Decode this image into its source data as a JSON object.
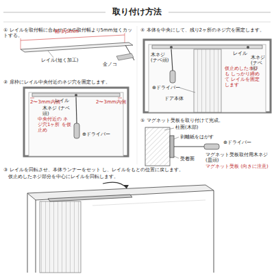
{
  "diagram": {
    "title": "取り付け方法",
    "labels": [
      "① レイルを取付幅に合わせてその取付幅より5mm短くカットする。",
      "幅-約5mm",
      "レイル(短く加工)",
      "金ノコ",
      "② 扉枠にレイル中央付近のネジ穴を固定します。",
      "2〜3mm内側",
      "レイル",
      "2〜3mm内側",
      "木ネジ (ナベ頭)",
      "中央付近の ネジ穴1ヶ所 を仮止め",
      "⊕ドライバー",
      "③ レイルを回転させ、本体ランナーをセット し、レイルをもとの位置に戻します。",
      "仮止めしたネジ部分を中心にレイルを回転します。",
      "④ 本体を中央にして、残り2ヶ所のネジ穴を固定します。",
      "レイル",
      "木ネジ (ナベ頭)",
      "木ネジ (ナベ頭)",
      "⊕ドライバー",
      "ドア本体",
      "仮止めしたネジ も しっかり締めて レイルを固定します",
      "⑤ マグネット受板を取り付けて完成。",
      "柱面(木部)",
      "剥離紙をはがす",
      "受着面",
      "⊕ドライバー",
      "マグネット受板取付用木ネジ (皿頭)",
      "マグネット受板 (向きに注意)"
    ]
  }
}
